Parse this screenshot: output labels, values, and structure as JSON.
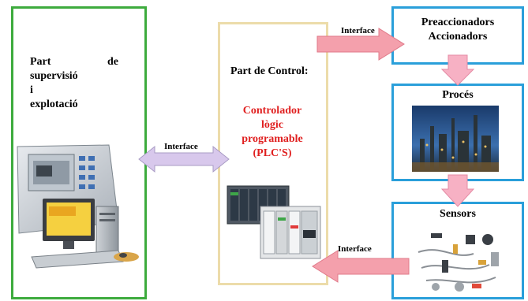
{
  "supervision": {
    "title_w1": "Part",
    "title_w2": "de",
    "title_line2": "supervisió",
    "title_line3": "i",
    "title_line4": "explotació"
  },
  "control": {
    "title": "Part de Control:",
    "plc_line1": "Controlador",
    "plc_line2": "lògic",
    "plc_line3": "programable",
    "plc_line4": "(PLC'S)"
  },
  "actuators": {
    "line1": "Preaccionadors",
    "line2": "Accionadors"
  },
  "process": {
    "label": "Procés"
  },
  "sensors": {
    "label": "Sensors"
  },
  "interfaces": {
    "top": "Interface",
    "middle": "Interface",
    "bottom": "Interface"
  },
  "colors": {
    "supervision_border": "#3dab3d",
    "control_border": "#ecdcaa",
    "field_border": "#2a9fda",
    "plc_text": "#e02020",
    "arrow_pink": "#f4a0ac",
    "arrow_lavender": "#d8c8ec"
  }
}
